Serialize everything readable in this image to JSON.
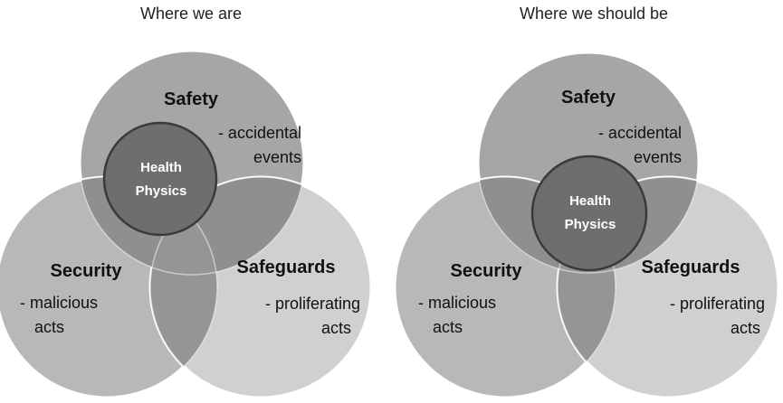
{
  "diagrams": [
    {
      "title": "Where we are",
      "safety": {
        "label": "Safety",
        "line1": "- accidental",
        "line2": "events"
      },
      "security": {
        "label": "Security",
        "line1": "- malicious",
        "line2": "acts"
      },
      "safeguards": {
        "label": "Safeguards",
        "line1": "- proliferating",
        "line2": "acts"
      },
      "center": {
        "line1": "Health",
        "line2": "Physics"
      }
    },
    {
      "title": "Where we should be",
      "safety": {
        "label": "Safety",
        "line1": "- accidental",
        "line2": "events"
      },
      "security": {
        "label": "Security",
        "line1": "- malicious",
        "line2": "acts"
      },
      "safeguards": {
        "label": "Safeguards",
        "line1": "- proliferating",
        "line2": "acts"
      },
      "center": {
        "line1": "Health",
        "line2": "Physics"
      }
    }
  ],
  "colors": {
    "safety_fill": "#a6a6a6",
    "security_fill": "#b8b8b8",
    "safeguards_fill": "#d0d0d0",
    "overlap_fill": "#8f8f8f",
    "center_fill": "#6e6e6e",
    "stroke": "#ffffff"
  }
}
